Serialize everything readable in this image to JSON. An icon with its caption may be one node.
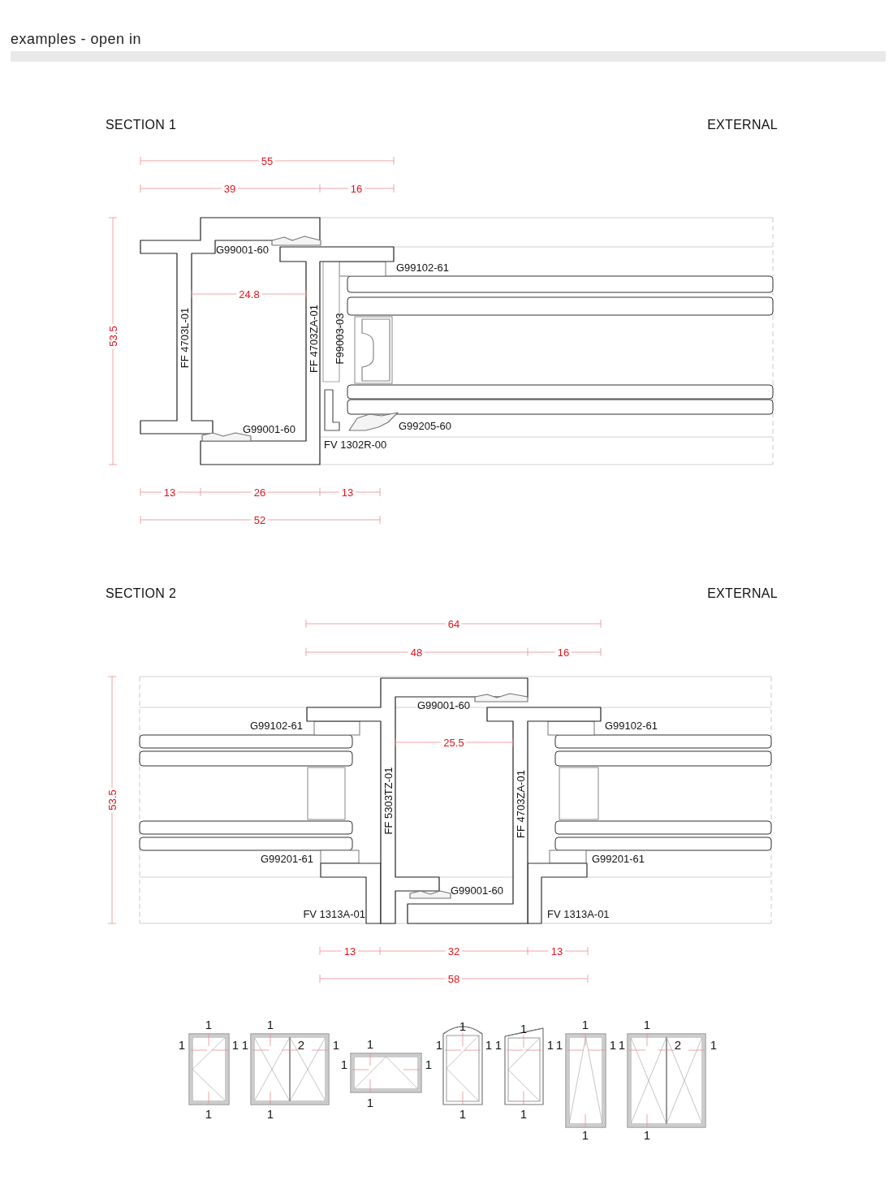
{
  "diagram": {
    "title": "examples - open in",
    "labels": [
      "SECTION 1",
      "EXTERNAL",
      "55",
      "39",
      "16",
      "53.5",
      "G99001-60",
      "G99102-61",
      "24.8",
      "FF 4703L-01",
      "FF 4703ZA-01",
      "F99003-03",
      "G99001-60",
      "G99205-60",
      "FV 1302R-00",
      "13",
      "26",
      "13",
      "52",
      "SECTION 2",
      "EXTERNAL",
      "64",
      "48",
      "16",
      "53.5",
      "G99001-60",
      "G99102-61",
      "G99102-61",
      "25.5",
      "FF 5303TZ-01",
      "FF 4703ZA-01",
      "G99201-61",
      "G99201-61",
      "G99001-60",
      "FV 1313A-01",
      "FV 1313A-01",
      "13",
      "32",
      "13",
      "58",
      "1",
      "1",
      "1",
      "1",
      "1",
      "1",
      "2",
      "1",
      "1",
      "1",
      "1",
      "1",
      "1",
      "1",
      "1",
      "1",
      "1",
      "1",
      "1",
      "1",
      "1",
      "1",
      "1",
      "1",
      "1",
      "1",
      "1",
      "2",
      "1",
      "1"
    ]
  }
}
